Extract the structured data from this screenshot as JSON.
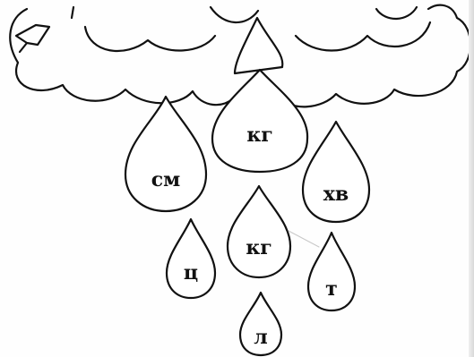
{
  "drops": [
    {
      "id": "drop-big-center",
      "label": "кг"
    },
    {
      "id": "drop-left",
      "label": "см"
    },
    {
      "id": "drop-right",
      "label": "хв"
    },
    {
      "id": "drop-mid",
      "label": "кг"
    },
    {
      "id": "drop-small-left",
      "label": "ц"
    },
    {
      "id": "drop-small-right",
      "label": "т"
    },
    {
      "id": "drop-bottom",
      "label": "л"
    }
  ],
  "colors": {
    "ink": "#111111",
    "paper": "#fefefe"
  }
}
